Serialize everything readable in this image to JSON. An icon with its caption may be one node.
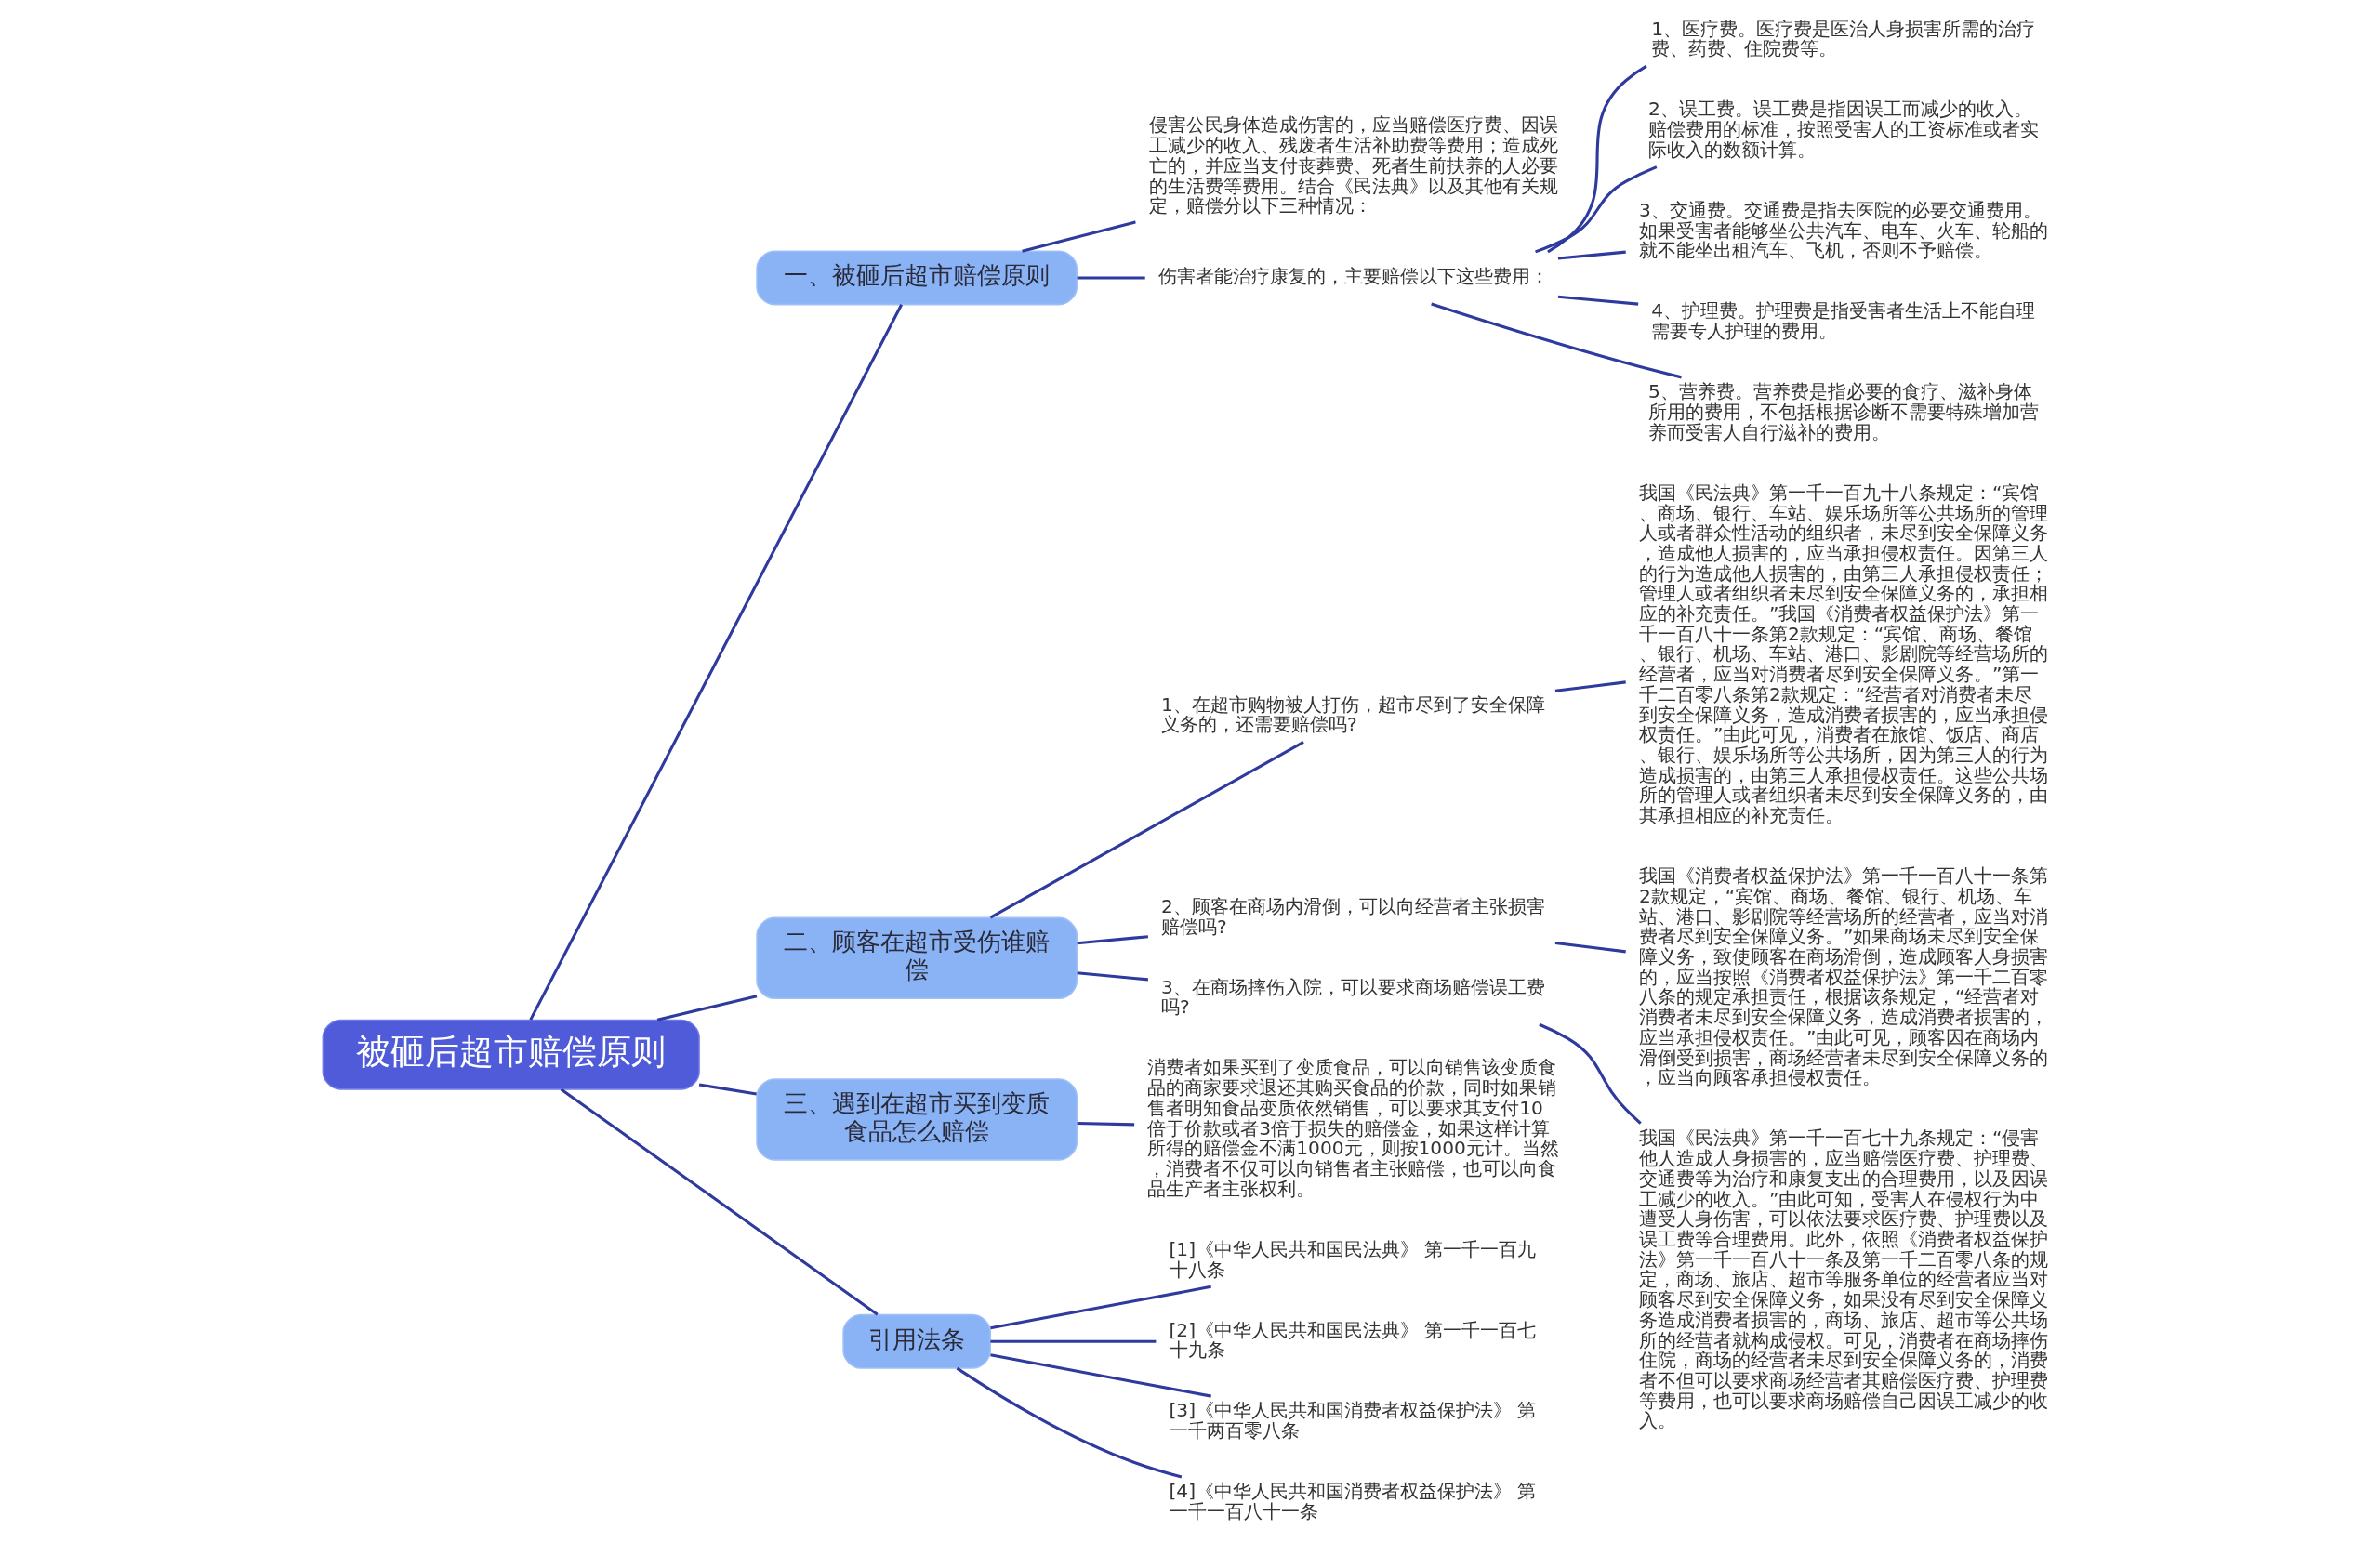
{
  "diagram": {
    "nodes": [
      {
        "text": [
          "被砸后超市赔偿原则"
        ]
      },
      {
        "text": [
          "一、被砸后超市赔偿原则"
        ]
      },
      {
        "text": [
          "侵害公民身体造成伤害的，应当赔偿医疗费、因误工减少的收入、残废者生活补助费等费用；造成死亡的，并应当支付丧葬费、死者生前扶养的人必要的生活费等费用。结合《民法典》以及其他有关规定，赔偿分以下三种情况："
        ]
      },
      {
        "text": [
          "伤害者能治疗康复的，主要赔偿以下这些费用："
        ]
      },
      {
        "text": [
          "1、医疗费。医疗费是医治人身损害所需的治疗费、药费、住院费等。"
        ]
      },
      {
        "text": [
          "2、误工费。误工费是指因误工而减少的收入。赔偿费用的标准，按照受害人的工资标准或者实际收入的数额计算。"
        ]
      },
      {
        "text": [
          "3、交通费。交通费是指去医院的必要交通费用。如果受害者能够坐公共汽车、电车、火车、轮船的就不能坐出租汽车、飞机，否则不予赔偿。"
        ]
      },
      {
        "text": [
          "4、护理费。护理费是指受害者生活上不能自理需要专人护理的费用。"
        ]
      },
      {
        "text": [
          "5、营养费。营养费是指必要的食疗、滋补身体所用的费用，不包括根据诊断不需要特殊增加营养而受害人自行滋补的费用。"
        ]
      },
      {
        "text": [
          "二、顾客在超市受伤谁赔偿"
        ]
      },
      {
        "text": [
          "1、在超市购物被人打伤，超市尽到了安全保障义务的，还需要赔偿吗?"
        ]
      },
      {
        "text": [
          "我国《民法典》第一千一百九十八条规定：“宾馆、商场、银行、车站、娱乐场所等公共场所的管理人或者群众性活动的组织者，未尽到安全保障义务，造成他人损害的，应当承担侵权责任。因第三人的行为造成他人损害的，由第三人承担侵权责任；管理人或者组织者未尽到安全保障义务的，承担相应的补充责任。”我国《消费者权益保护法》第一千一百八十一条第2款规定：“宾馆、商场、餐馆、银行、机场、车站、港口、影剧院等经营场所的经营者，应当对消费者尽到安全保障义务。”第一千二百零八条第2款规定：“经营者对消费者未尽到安全保障义务，造成消费者损害的，应当承担侵权责任。”由此可见，消费者在旅馆、饭店、商店、银行、娱乐场所等公共场所，因为第三人的行为造成损害的，由第三人承担侵权责任。这些公共场所的管理人或者组织者未尽到安全保障义务的，由其承担相应的补充责任。"
        ]
      },
      {
        "text": [
          "2、顾客在商场内滑倒，可以向经营者主张损害赔偿吗?"
        ]
      },
      {
        "text": [
          "我国《消费者权益保护法》第一千一百八十一条第2款规定，“宾馆、商场、餐馆、银行、机场、车站、港口、影剧院等经营场所的经营者，应当对消费者尽到安全保障义务。”如果商场未尽到安全保障义务，致使顾客在商场滑倒，造成顾客人身损害的，应当按照《消费者权益保护法》第一千二百零八条的规定承担责任，根据该条规定，“经营者对消费者未尽到安全保障义务，造成消费者损害的，应当承担侵权责任。”由此可见，顾客因在商场内滑倒受到损害，商场经营者未尽到安全保障义务的，应当向顾客承担侵权责任。"
        ]
      },
      {
        "text": [
          "3、在商场摔伤入院，可以要求商场赔偿误工费吗?"
        ]
      },
      {
        "text": [
          "我国《民法典》第一千一百七十九条规定：“侵害他人造成人身损害的，应当赔偿医疗费、护理费、交通费等为治疗和康复支出的合理费用，以及因误工减少的收入。”由此可知，受害人在侵权行为中遭受人身伤害，可以依法要求医疗费、护理费以及误工费等合理费用。此外，依照《消费者权益保护法》第一千一百八十一条及第一千二百零八条的规定，商场、旅店、超市等服务单位的经营者应当对顾客尽到安全保障义务，如果没有尽到安全保障义务造成消费者损害的，商场、旅店、超市等公共场所的经营者就构成侵权。可见，消费者在商场摔伤住院，商场的经营者未尽到安全保障义务的，消费者不但可以要求商场经营者其赔偿医疗费、护理费等费用，也可以要求商场赔偿自己因误工减少的收入。"
        ]
      },
      {
        "text": [
          "三、遇到在超市买到变质食品怎么赔偿"
        ]
      },
      {
        "text": [
          "消费者如果买到了变质食品，可以向销售该变质食品的商家要求退还其购买食品的价款，同时如果销售者明知食品变质依然销售，可以要求其支付10倍于价款或者3倍于损失的赔偿金，如果这样计算所得的赔偿金不满1000元，则按1000元计。当然，消费者不仅可以向销售者主张赔偿，也可以向食品生产者主张权利。"
        ]
      },
      {
        "text": [
          "引用法条"
        ]
      },
      {
        "text": [
          "[1]《中华人民共和国民法典》 第一千一百九十八条"
        ]
      },
      {
        "text": [
          "[2]《中华人民共和国民法典》 第一千一百七十九条"
        ]
      },
      {
        "text": [
          "[3]《中华人民共和国消费者权益保护法》 第一千两百零八条"
        ]
      },
      {
        "text": [
          "[4]《中华人民共和国消费者权益保护法》 第一千一百八十一条"
        ]
      }
    ],
    "edges": [
      {
        "from": 0,
        "to": 1,
        "arrow": "none"
      },
      {
        "from": 1,
        "to": 2,
        "arrow": "none"
      },
      {
        "from": 1,
        "to": 3,
        "arrow": "none"
      },
      {
        "from": 3,
        "to": 4,
        "arrow": "none"
      },
      {
        "from": 3,
        "to": 5,
        "arrow": "none"
      },
      {
        "from": 3,
        "to": 6,
        "arrow": "none"
      },
      {
        "from": 3,
        "to": 7,
        "arrow": "none"
      },
      {
        "from": 3,
        "to": 8,
        "arrow": "none"
      },
      {
        "from": 0,
        "to": 9,
        "arrow": "none"
      },
      {
        "from": 9,
        "to": 10,
        "arrow": "none"
      },
      {
        "from": 10,
        "to": 11,
        "arrow": "none"
      },
      {
        "from": 9,
        "to": 12,
        "arrow": "none"
      },
      {
        "from": 12,
        "to": 13,
        "arrow": "none"
      },
      {
        "from": 9,
        "to": 14,
        "arrow": "none"
      },
      {
        "from": 14,
        "to": 15,
        "arrow": "none"
      },
      {
        "from": 0,
        "to": 16,
        "arrow": "none"
      },
      {
        "from": 16,
        "to": 17,
        "arrow": "none"
      },
      {
        "from": 0,
        "to": 18,
        "arrow": "none"
      },
      {
        "from": 18,
        "to": 19,
        "arrow": "none"
      },
      {
        "from": 18,
        "to": 20,
        "arrow": "none"
      },
      {
        "from": 18,
        "to": 21,
        "arrow": "none"
      },
      {
        "from": 18,
        "to": 22,
        "arrow": "none"
      }
    ]
  }
}
